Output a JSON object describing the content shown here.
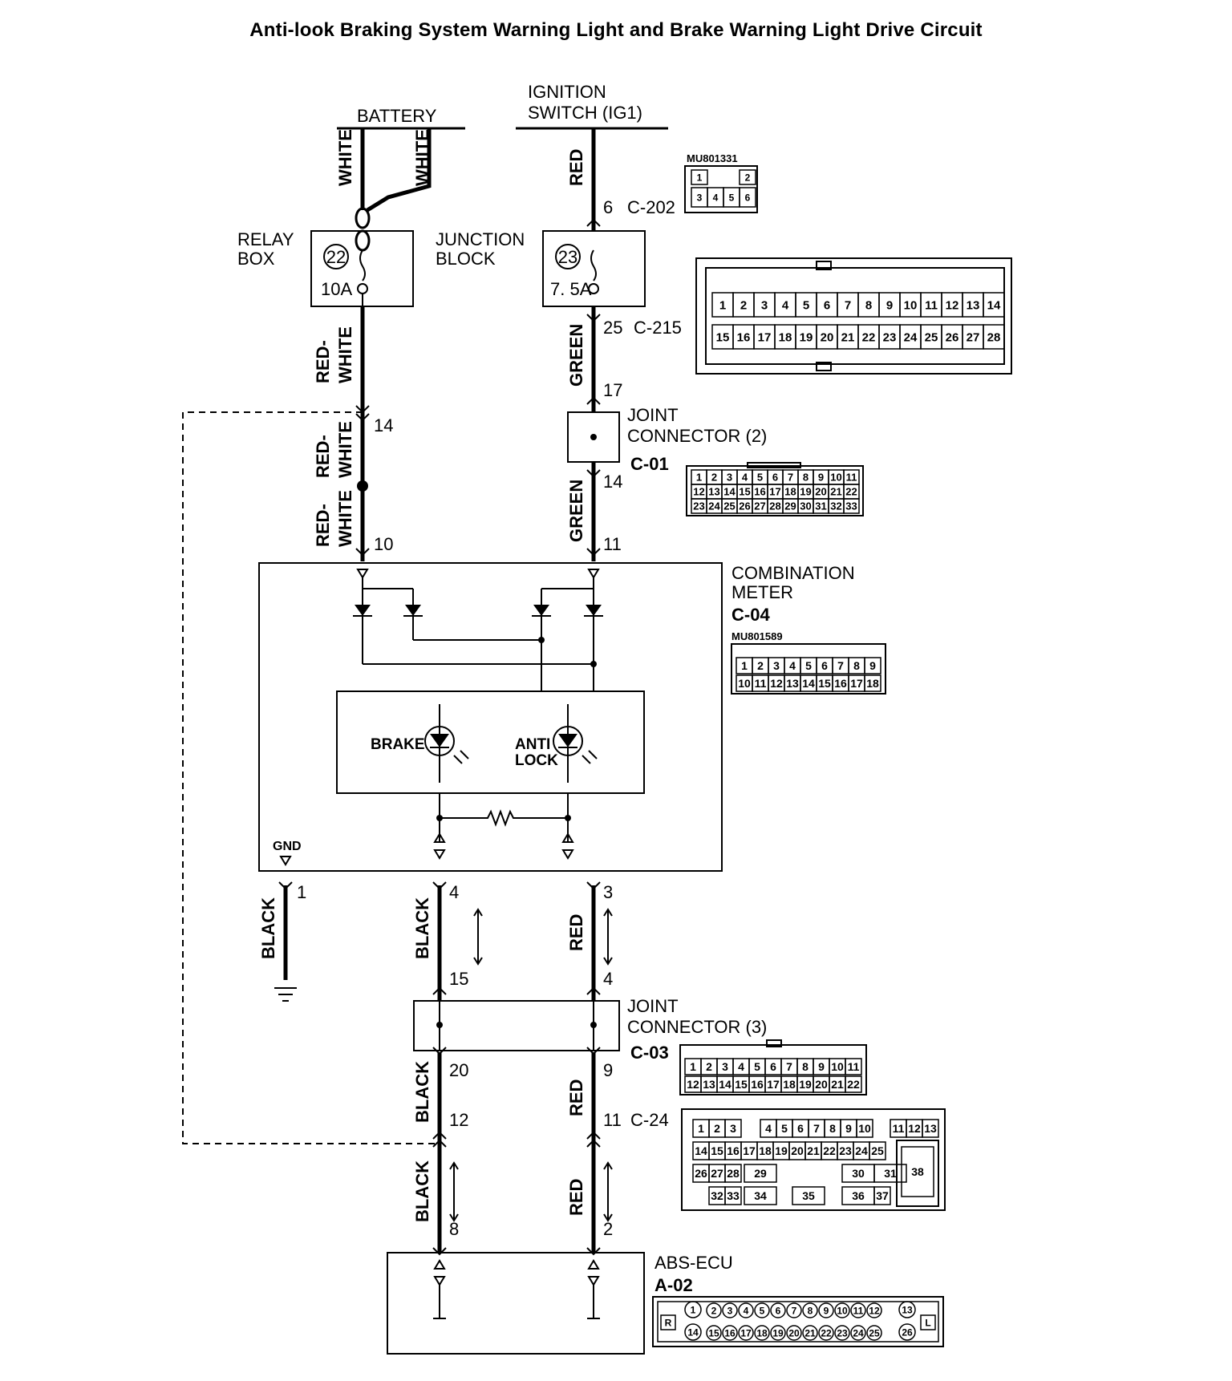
{
  "title": "Anti-look Braking System Warning Light and Brake Warning Light Drive Circuit",
  "sources": {
    "battery": "BATTERY",
    "ignition_line1": "IGNITION",
    "ignition_line2": "SWITCH (IG1)"
  },
  "relay_box": {
    "line1": "RELAY",
    "line2": "BOX",
    "fuse_no": "22",
    "rating": "10A"
  },
  "junction_block": {
    "line1": "JUNCTION",
    "line2": "BLOCK",
    "fuse_no": "23",
    "rating": "7. 5A"
  },
  "wire_colors": {
    "white_a": "WHITE",
    "white_b": "WHITE",
    "red_top": "RED",
    "rw1_a": "RED-",
    "rw1_b": "WHITE",
    "rw2_a": "RED-",
    "rw2_b": "WHITE",
    "rw3_a": "RED-",
    "rw3_b": "WHITE",
    "green1": "GREEN",
    "green2": "GREEN",
    "black_gnd": "BLACK",
    "black1": "BLACK",
    "black2": "BLACK",
    "black3": "BLACK",
    "red1": "RED",
    "red2": "RED",
    "red3": "RED"
  },
  "pins": {
    "p6": "6",
    "p25": "25",
    "p17": "17",
    "p14_jc": "14",
    "p11_meter": "11",
    "p14_rw": "14",
    "p10": "10",
    "p1": "1",
    "p4_blk": "4",
    "p3": "3",
    "p15": "15",
    "p4_red": "4",
    "p20": "20",
    "p9": "9",
    "p12": "12",
    "p11_c24": "11",
    "p8": "8",
    "p2": "2"
  },
  "connectors": {
    "c202": "C-202",
    "c215": "C-215",
    "c01": "C-01",
    "c03": "C-03",
    "c24": "C-24"
  },
  "joint2": {
    "line1": "JOINT",
    "line2": "CONNECTOR (2)"
  },
  "joint3": {
    "line1": "JOINT",
    "line2": "CONNECTOR (3)"
  },
  "meter": {
    "line1": "COMBINATION",
    "line2": "METER",
    "id": "C-04",
    "part": "MU801589",
    "brake": "BRAKE",
    "anti1": "ANTI",
    "anti2": "LOCK",
    "gnd": "GND"
  },
  "ecu": {
    "name": "ABS-ECU",
    "id": "A-02"
  },
  "part_c202": "MU801331",
  "connector_pins": {
    "c202": [
      "1",
      "2",
      "3",
      "4",
      "5",
      "6"
    ],
    "c215_top": [
      "1",
      "2",
      "3",
      "4",
      "5",
      "6",
      "7",
      "8",
      "9",
      "10",
      "11",
      "12",
      "13",
      "14"
    ],
    "c215_bot": [
      "15",
      "16",
      "17",
      "18",
      "19",
      "20",
      "21",
      "22",
      "23",
      "24",
      "25",
      "26",
      "27",
      "28"
    ],
    "c01_r1": [
      "1",
      "2",
      "3",
      "4",
      "5",
      "6",
      "7",
      "8",
      "9",
      "10",
      "11"
    ],
    "c01_r2": [
      "12",
      "13",
      "14",
      "15",
      "16",
      "17",
      "18",
      "19",
      "20",
      "21",
      "22"
    ],
    "c01_r3": [
      "23",
      "24",
      "25",
      "26",
      "27",
      "28",
      "29",
      "30",
      "31",
      "32",
      "33"
    ],
    "c04_r1": [
      "1",
      "2",
      "3",
      "4",
      "5",
      "6",
      "7",
      "8",
      "9"
    ],
    "c04_r2": [
      "10",
      "11",
      "12",
      "13",
      "14",
      "15",
      "16",
      "17",
      "18"
    ],
    "c03_r1": [
      "1",
      "2",
      "3",
      "4",
      "5",
      "6",
      "7",
      "8",
      "9",
      "10",
      "11"
    ],
    "c03_r2": [
      "12",
      "13",
      "14",
      "15",
      "16",
      "17",
      "18",
      "19",
      "20",
      "21",
      "22"
    ],
    "c24_r1": [
      "1",
      "2",
      "3",
      "4",
      "5",
      "6",
      "7",
      "8",
      "9",
      "10",
      "11",
      "12",
      "13"
    ],
    "c24_r2": [
      "14",
      "15",
      "16",
      "17",
      "18",
      "19",
      "20",
      "21",
      "22",
      "23",
      "24",
      "25"
    ],
    "c24_r3": [
      "26",
      "27",
      "28",
      "29",
      "30",
      "31"
    ],
    "c24_r4": [
      "32",
      "33",
      "34",
      "35",
      "36",
      "37"
    ],
    "c24_big": "38",
    "a02_r1": [
      "1",
      "2",
      "3",
      "4",
      "5",
      "6",
      "7",
      "8",
      "9",
      "10",
      "11",
      "12",
      "13"
    ],
    "a02_r2": [
      "14",
      "15",
      "16",
      "17",
      "18",
      "19",
      "20",
      "21",
      "22",
      "23",
      "24",
      "25",
      "26"
    ],
    "a02_left": "R",
    "a02_right": "L"
  }
}
